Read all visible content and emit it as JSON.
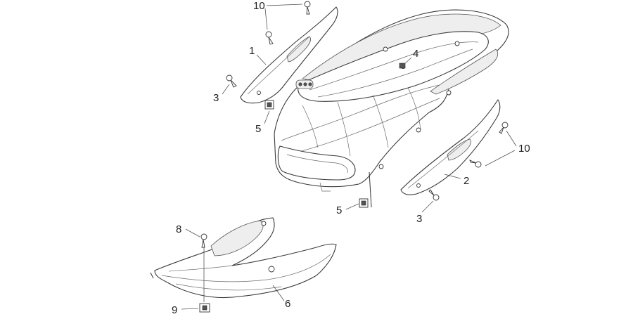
{
  "callouts": {
    "c10_top": "10",
    "c1": "1",
    "c4": "4",
    "c3_left": "3",
    "c5_left": "5",
    "c10_right": "10",
    "c2": "2",
    "c5_bottom": "5",
    "c3_bottom": "3",
    "c8": "8",
    "c9": "9",
    "c6": "6"
  },
  "colors": {
    "line": "#3a3a3a",
    "background": "#ffffff"
  }
}
